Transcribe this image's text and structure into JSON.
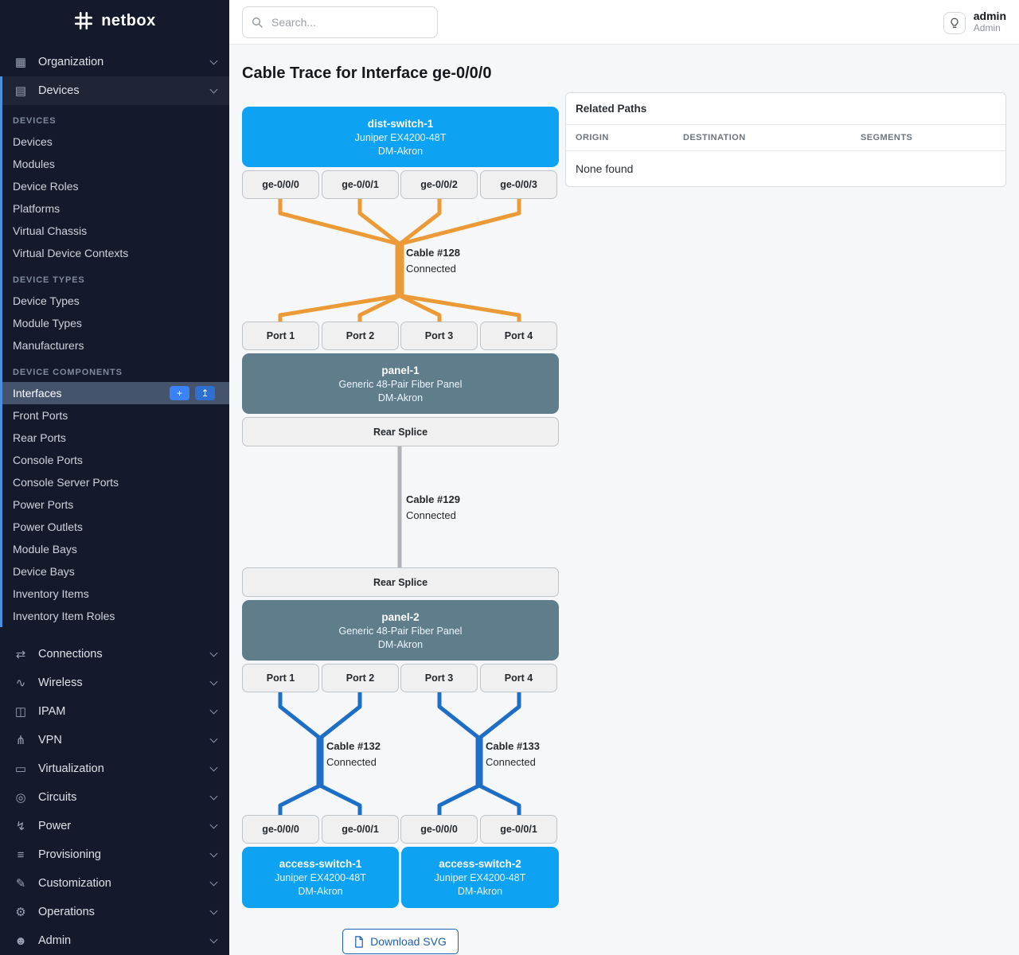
{
  "brand": {
    "logo_text": "netbox"
  },
  "topbar": {
    "search_placeholder": "Search...",
    "user_name": "admin",
    "user_role": "Admin"
  },
  "sidebar": {
    "top": [
      {
        "label": "Organization"
      },
      {
        "label": "Devices"
      }
    ],
    "sections": [
      {
        "title": "DEVICES",
        "items": [
          "Devices",
          "Modules",
          "Device Roles",
          "Platforms",
          "Virtual Chassis",
          "Virtual Device Contexts"
        ]
      },
      {
        "title": "DEVICE TYPES",
        "items": [
          "Device Types",
          "Module Types",
          "Manufacturers"
        ]
      },
      {
        "title": "DEVICE COMPONENTS",
        "items": [
          "Interfaces",
          "Front Ports",
          "Rear Ports",
          "Console Ports",
          "Console Server Ports",
          "Power Ports",
          "Power Outlets",
          "Module Bays",
          "Device Bays",
          "Inventory Items",
          "Inventory Item Roles"
        ]
      }
    ],
    "bottom": [
      {
        "label": "Connections"
      },
      {
        "label": "Wireless"
      },
      {
        "label": "IPAM"
      },
      {
        "label": "VPN"
      },
      {
        "label": "Virtualization"
      },
      {
        "label": "Circuits"
      },
      {
        "label": "Power"
      },
      {
        "label": "Provisioning"
      },
      {
        "label": "Customization"
      },
      {
        "label": "Operations"
      },
      {
        "label": "Admin"
      }
    ],
    "active_item": "Interfaces"
  },
  "page": {
    "title": "Cable Trace for Interface ge-0/0/0"
  },
  "related_paths": {
    "title": "Related Paths",
    "columns": [
      "ORIGIN",
      "DESTINATION",
      "SEGMENTS"
    ],
    "empty_text": "None found"
  },
  "trace": {
    "top_device": {
      "name": "dist-switch-1",
      "type": "Juniper EX4200-48T",
      "site": "DM-Akron"
    },
    "top_interfaces": [
      "ge-0/0/0",
      "ge-0/0/1",
      "ge-0/0/2",
      "ge-0/0/3"
    ],
    "cables": {
      "c128": {
        "label": "Cable #128",
        "status": "Connected"
      },
      "c129": {
        "label": "Cable #129",
        "status": "Connected"
      },
      "c132": {
        "label": "Cable #132",
        "status": "Connected"
      },
      "c133": {
        "label": "Cable #133",
        "status": "Connected"
      }
    },
    "panel1": {
      "name": "panel-1",
      "type": "Generic 48-Pair Fiber Panel",
      "site": "DM-Akron",
      "ports": [
        "Port 1",
        "Port 2",
        "Port 3",
        "Port 4"
      ]
    },
    "panel2": {
      "name": "panel-2",
      "type": "Generic 48-Pair Fiber Panel",
      "site": "DM-Akron",
      "ports": [
        "Port 1",
        "Port 2",
        "Port 3",
        "Port 4"
      ]
    },
    "rear_splice_label": "Rear Splice",
    "bottom_interfaces": [
      "ge-0/0/0",
      "ge-0/0/1",
      "ge-0/0/0",
      "ge-0/0/1"
    ],
    "bottom_devices": [
      {
        "name": "access-switch-1",
        "type": "Juniper EX4200-48T",
        "site": "DM-Akron"
      },
      {
        "name": "access-switch-2",
        "type": "Juniper EX4200-48T",
        "site": "DM-Akron"
      }
    ],
    "download_button": "Download SVG"
  },
  "colors": {
    "device_node": "#0ea2f3",
    "panel_node": "#607d8b",
    "cable_orange": "#ec9a36",
    "cable_blue": "#1d6ec6",
    "cable_gray": "#b0b4b8",
    "sidebar_bg": "#141a2b",
    "accent_blue": "#3b82f6"
  }
}
